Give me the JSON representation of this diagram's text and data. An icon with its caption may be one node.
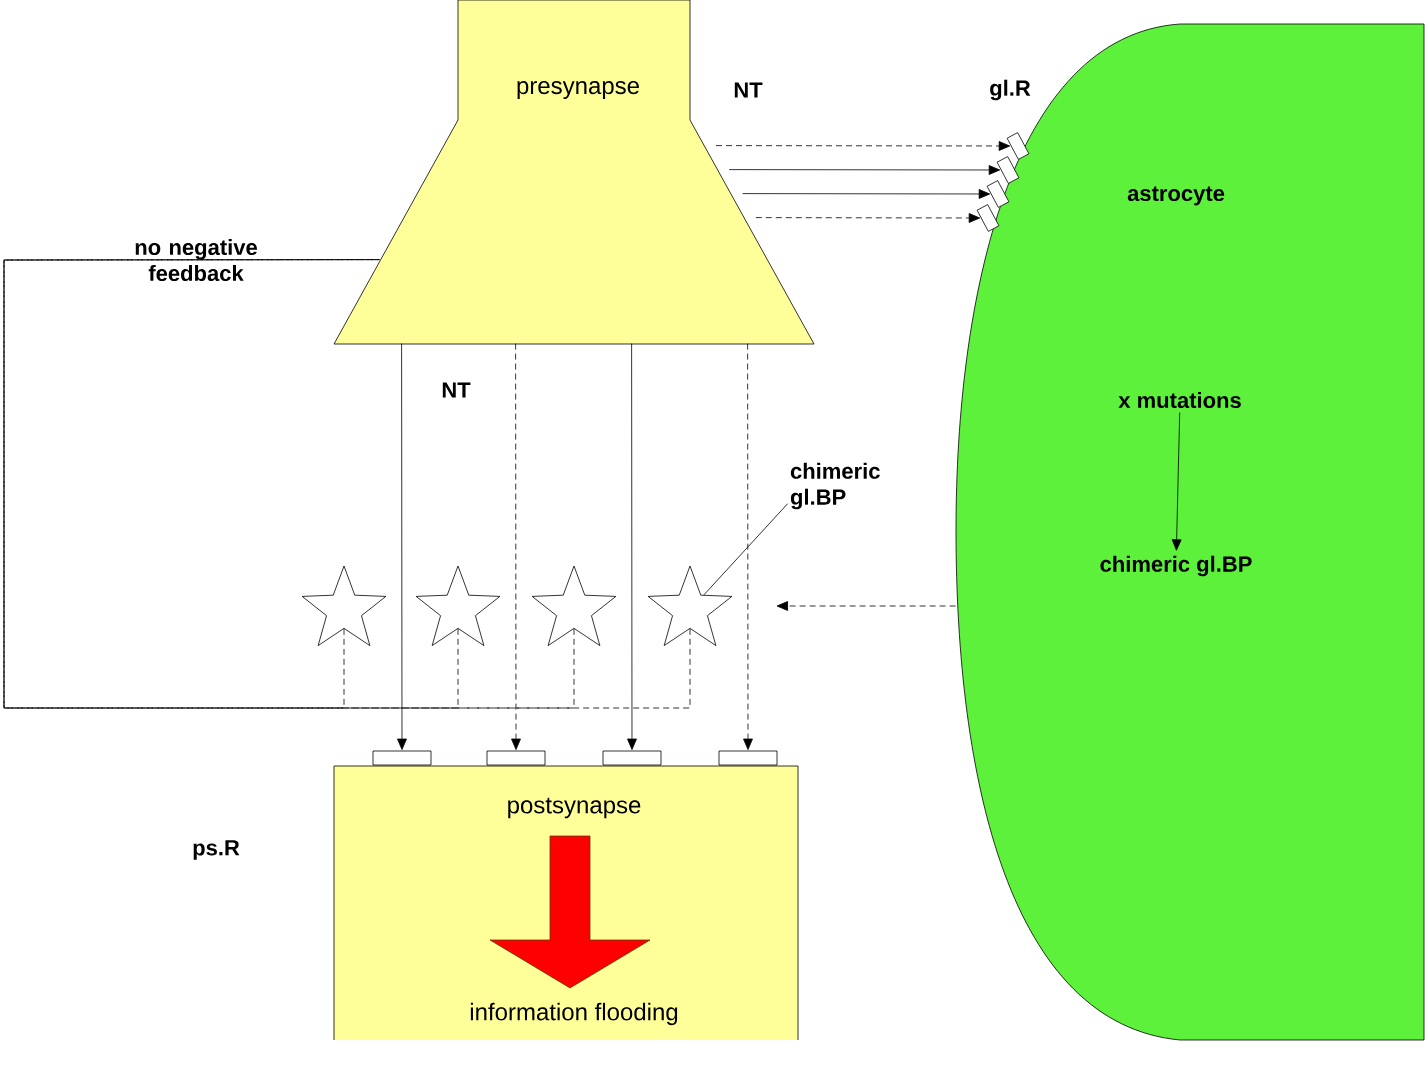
{
  "diagram": {
    "nodes": [
      {
        "text": [
          "presynapse"
        ]
      },
      {
        "text": [
          "astrocyte"
        ]
      },
      {
        "text": [
          "x mutations"
        ],
        "in": 1
      },
      {
        "text": [
          "chimeric gl.BP"
        ],
        "in": 1
      },
      {
        "text": [],
        "shape": "box"
      },
      {
        "text": [],
        "shape": "box"
      },
      {
        "text": [],
        "shape": "box"
      },
      {
        "text": [],
        "shape": "box"
      },
      {
        "text": [
          "chimeric gl.BP"
        ]
      },
      {
        "text": [],
        "shape": "star"
      },
      {
        "text": [],
        "shape": "star"
      },
      {
        "text": [],
        "shape": "star"
      },
      {
        "text": [],
        "shape": "star"
      },
      {
        "text": [],
        "shape": "box"
      },
      {
        "text": [],
        "shape": "box"
      },
      {
        "text": [],
        "shape": "box"
      },
      {
        "text": [],
        "shape": "box"
      },
      {
        "text": [
          "postsynapse",
          "information flooding"
        ]
      }
    ],
    "edges": [
      {
        "from": 0,
        "to": 4,
        "arrow": "to",
        "style": "dashed"
      },
      {
        "from": 0,
        "to": 5,
        "arrow": "to"
      },
      {
        "from": 0,
        "to": 6,
        "arrow": "to"
      },
      {
        "from": 0,
        "to": 7,
        "arrow": "to",
        "style": "dashed"
      },
      {
        "from": 0,
        "to": 13,
        "arrow": "to"
      },
      {
        "from": 0,
        "to": 14,
        "arrow": "to",
        "style": "dashed"
      },
      {
        "from": 0,
        "to": 15,
        "arrow": "to"
      },
      {
        "from": 0,
        "to": 16,
        "arrow": "to",
        "style": "dashed"
      },
      {
        "from": 2,
        "to": 3,
        "arrow": "to"
      },
      {
        "from": 1,
        "to": null,
        "arrow": "to",
        "style": "dashed"
      },
      {
        "from": 9,
        "to": 0,
        "arrow": "none",
        "style": "dashed"
      },
      {
        "from": 10,
        "to": 0,
        "arrow": "none",
        "style": "dashed"
      },
      {
        "from": 11,
        "to": 0,
        "arrow": "none",
        "style": "dashed"
      },
      {
        "from": 12,
        "to": 0,
        "arrow": "none",
        "style": "dashed"
      },
      {
        "from": 8,
        "to": 12,
        "arrow": "none"
      }
    ],
    "labels": [
      "NT",
      "gl.R",
      "no negative feedback",
      "NT",
      "ps.R"
    ]
  }
}
